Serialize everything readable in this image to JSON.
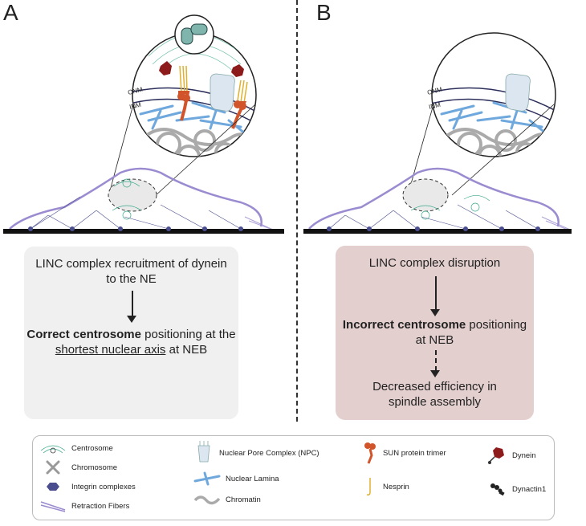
{
  "panels": {
    "a": "A",
    "b": "B"
  },
  "zoom_labels": {
    "onm": "ONM",
    "inm": "INM"
  },
  "box_a": {
    "line1": "LINC complex recruitment of dynein",
    "line2": "to the NE",
    "bold": "Correct centrosome",
    "line3_rest": " positioning at the",
    "underlined": "shortest nuclear axis",
    "line4_rest": " at NEB"
  },
  "box_b": {
    "line1": "LINC complex disruption",
    "bold": "Incorrect centrosome",
    "line2_rest": " positioning",
    "line3": "at NEB",
    "line4": "Decreased efficiency in",
    "line5": "spindle assembly"
  },
  "legend": {
    "centrosome": "Centrosome",
    "chromosome": "Chromosome",
    "integrin": "Integrin complexes",
    "retraction": "Retraction Fibers",
    "npc": "Nuclear Pore Complex (NPC)",
    "lamina": "Nuclear Lamina",
    "chromatin": "Chromatin",
    "sun": "SUN protein trimer",
    "nesprin": "Nesprin",
    "dynein": "Dynein",
    "dynactin": "Dynactin1"
  },
  "colors": {
    "cell_outline": "#9b8bd0",
    "lamina": "#6fa8dc",
    "chromatin": "#aaaaaa",
    "sun": "#d2542a",
    "nesprin": "#e0b030",
    "dynein": "#8e1b1b",
    "npc": "#dbe6f1",
    "centrosome": "#3aa88a",
    "integrin": "#4a4e8f",
    "box_a": "#f0f0f0",
    "box_b": "#e4cfcf"
  }
}
